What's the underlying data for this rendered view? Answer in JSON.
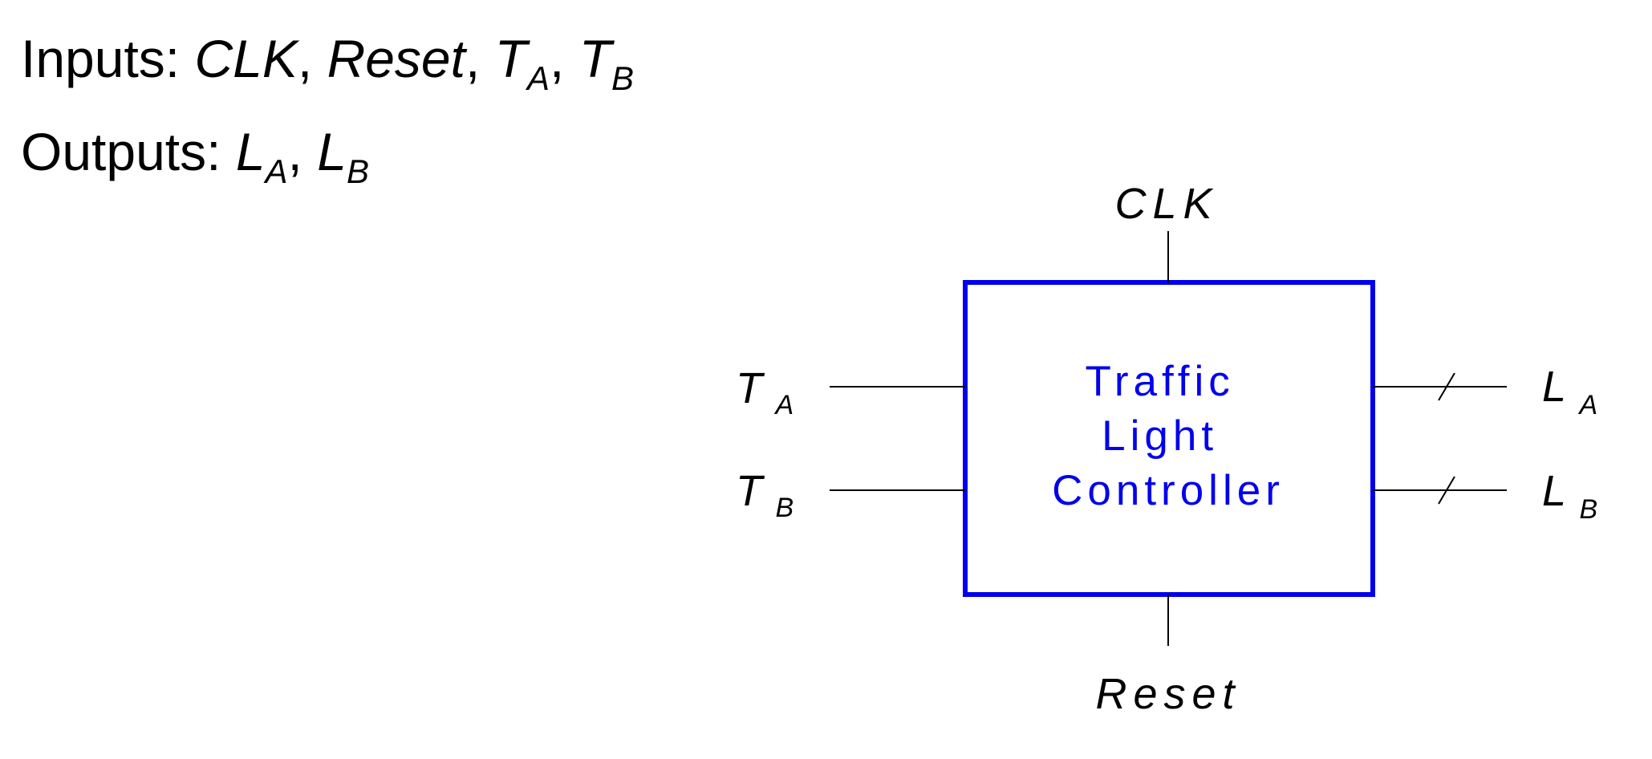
{
  "inputs_line": {
    "label": "Inputs:",
    "items": [
      {
        "main": "CLK",
        "sub": "",
        "sep": ", "
      },
      {
        "main": "Reset",
        "sub": "",
        "sep": ", "
      },
      {
        "main": "T",
        "sub": "A",
        "sep": ", "
      },
      {
        "main": "T",
        "sub": "B",
        "sep": ""
      }
    ]
  },
  "outputs_line": {
    "label": "Outputs:",
    "items": [
      {
        "main": "L",
        "sub": "A",
        "sep": ", "
      },
      {
        "main": "L",
        "sub": "B",
        "sep": ""
      }
    ]
  },
  "block": {
    "title_lines": [
      "Traffic",
      "Light",
      "Controller"
    ],
    "color": "#0000ee"
  },
  "signals": {
    "clk": "CLK",
    "reset": "Reset",
    "ta": {
      "main": "T",
      "sub": "A"
    },
    "tb": {
      "main": "T",
      "sub": "B"
    },
    "la": {
      "main": "L",
      "sub": "A"
    },
    "lb": {
      "main": "L",
      "sub": "B"
    }
  }
}
